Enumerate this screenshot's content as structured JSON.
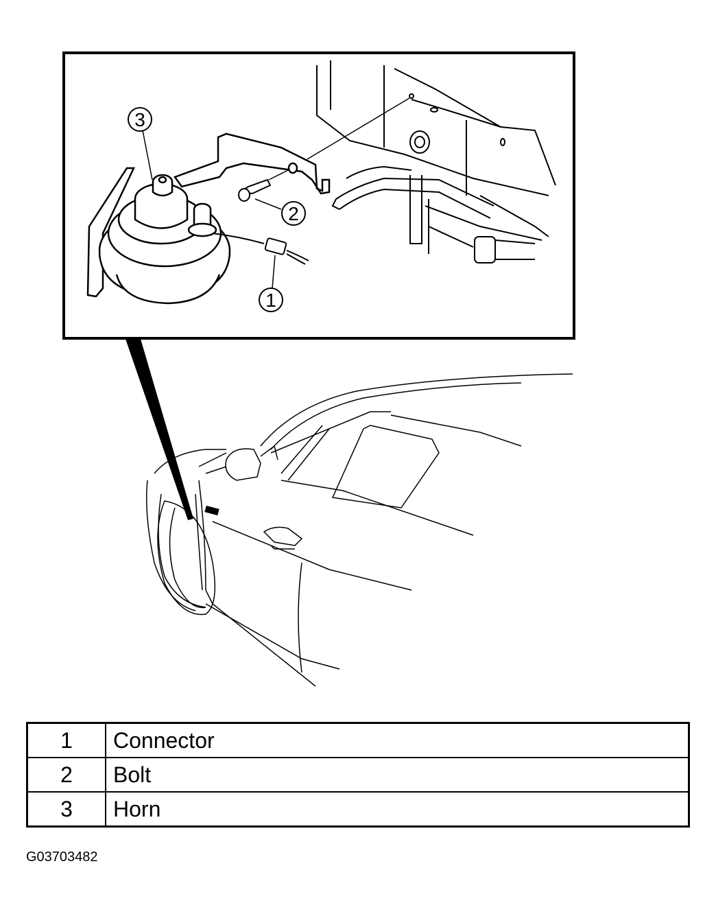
{
  "callouts": {
    "c1": "1",
    "c2": "2",
    "c3": "3"
  },
  "legend": [
    {
      "number": "1",
      "label": "Connector"
    },
    {
      "number": "2",
      "label": "Bolt"
    },
    {
      "number": "3",
      "label": "Horn"
    }
  ],
  "figure_id": "G03703482"
}
